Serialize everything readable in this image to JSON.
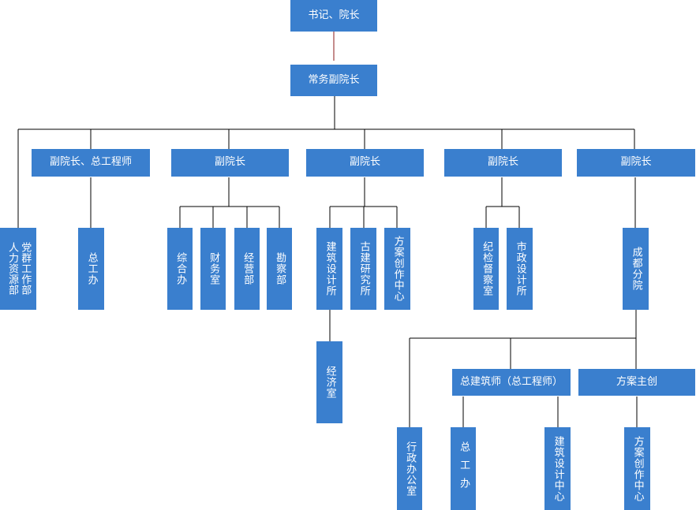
{
  "nodes": {
    "secretary_president": "书记、院长",
    "executive_vp": "常务副院长",
    "vp_chief_engineer": "副院长、总工程师",
    "vp_2": "副院长",
    "vp_3": "副院长",
    "vp_4": "副院长",
    "vp_5": "副院长",
    "party_hr": "党群工作部\n人力资源部",
    "chief_eng_office": "总工办",
    "general_office": "综合办",
    "finance_office": "财务室",
    "business_dept": "经营部",
    "survey_dept": "勘察部",
    "architecture_institute": "建筑设计所",
    "ancient_architecture": "古建研究所",
    "scheme_center": "方案创作中心",
    "discipline_office": "纪检督察室",
    "municipal_institute": "市政设计所",
    "chengdu_branch": "成都分院",
    "economics_office": "经济室",
    "chief_architect": "总建筑师（总工程师）",
    "scheme_lead": "方案主创",
    "admin_office": "行政办公室",
    "branch_chief_eng_office": "总工办",
    "branch_architecture_institute": "建筑设计中心",
    "branch_scheme_center": "方案创作中心"
  },
  "colors": {
    "box": "#3a7fce",
    "line": "#000000",
    "accent_line": "#8b1a1a"
  }
}
